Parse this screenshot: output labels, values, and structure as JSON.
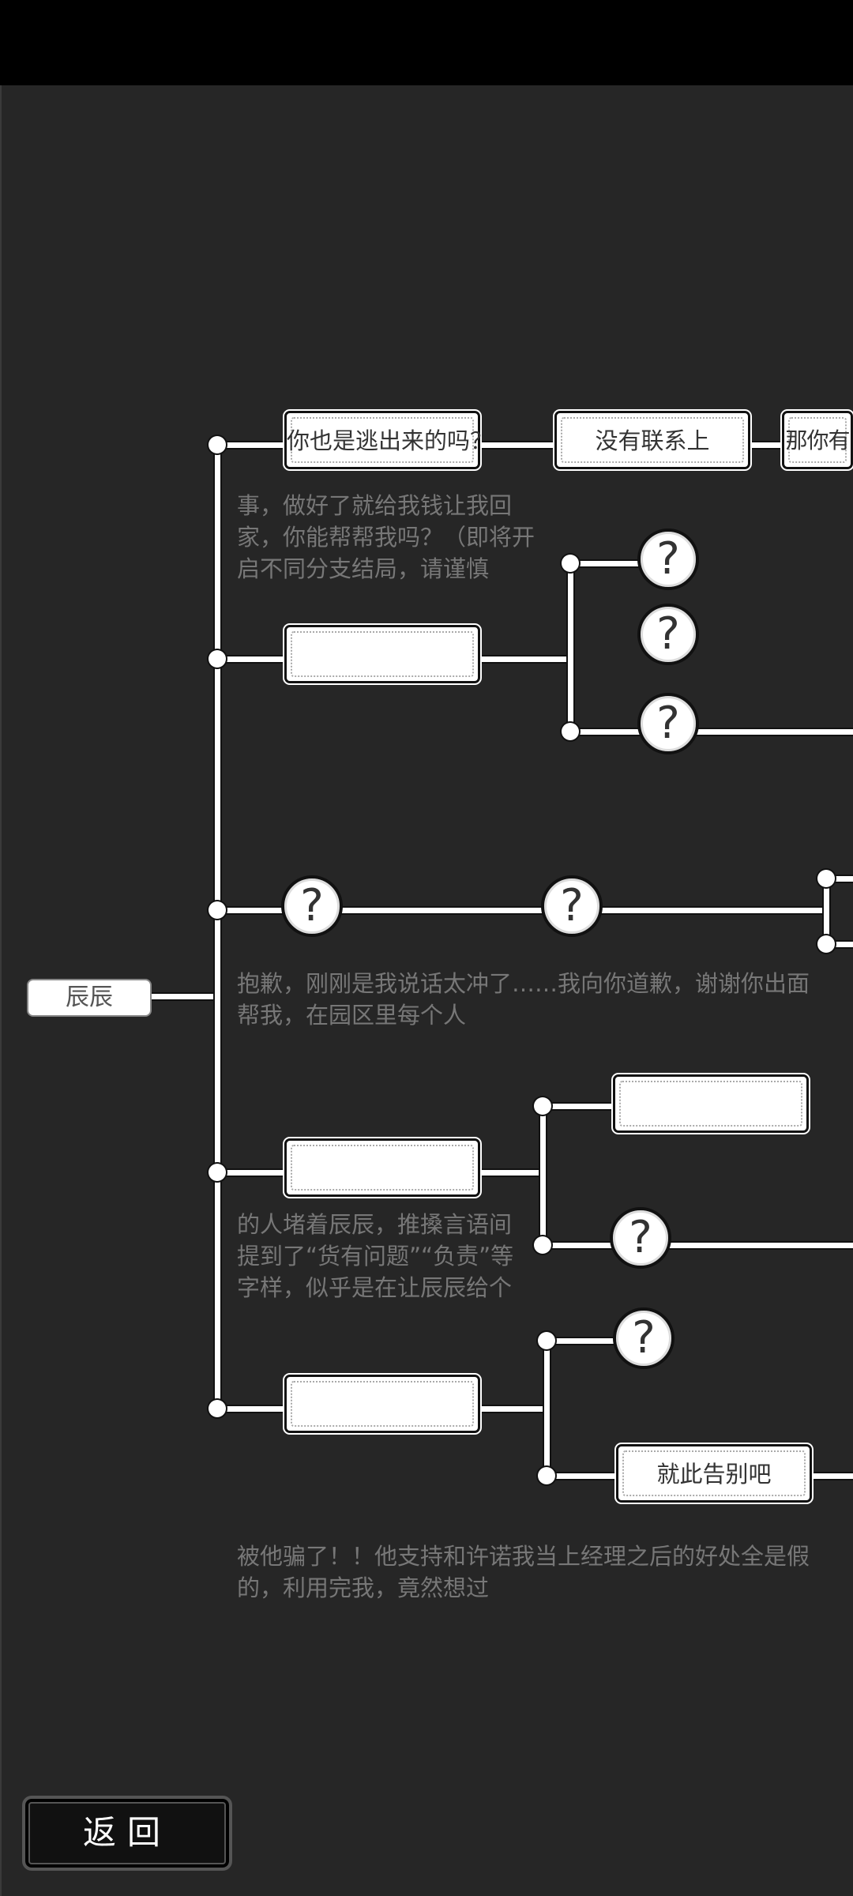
{
  "root": {
    "label": "辰辰"
  },
  "branches": {
    "b1": {
      "text": "你也是逃出来的吗？",
      "next": "没有联系上",
      "next2": "那你有"
    },
    "b2": {
      "text": "事，做好了就给我钱让我回家，你能帮帮我吗？（即将开启不同分支结局，请谨慎"
    },
    "b4": {
      "text": "的人堵着辰辰，推搡言语间提到了“货有问题”“负责”等字样，似乎是在让辰辰给个",
      "next": "抱歉，刚刚是我说话太冲了……我向你道歉，谢谢你出面帮我，在园区里每个人"
    },
    "b5": {
      "text": "被他骗了！！他支持和许诺我当上经理之后的好处全是假的，利用完我，竟然想过",
      "next": "就此告别吧"
    }
  },
  "unknown": "?",
  "back_label": "返回"
}
